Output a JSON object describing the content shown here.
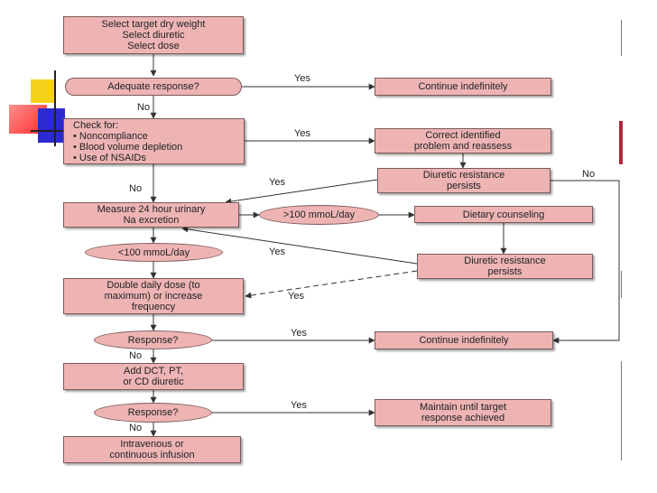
{
  "diagram": {
    "boxes": {
      "start": "Select target dry weight\nSelect diuretic\nSelect dose",
      "continue1": "Continue indefinitely",
      "check": "Check for:\n• Noncompliance\n• Blood volume depletion\n• Use of NSAIDs",
      "correct": "Correct identified\nproblem and reassess",
      "resistance1": "Diuretic resistance\npersists",
      "measure": "Measure 24 hour urinary\nNa excretion",
      "dietary": "Dietary counseling",
      "resistance2": "Diuretic resistance\npersists",
      "double": "Double daily dose (to\nmaximum) or increase\nfrequency",
      "continue2": "Continue indefinitely",
      "add": "Add DCT, PT,\nor CD diuretic",
      "maintain": "Maintain until target\nresponse achieved",
      "iv": "Intravenous or\ncontinuous infusion"
    },
    "ovals": {
      "adequate": "Adequate response?",
      "high_na": ">100 mmoL/day",
      "low_na": "<100 mmoL/day",
      "response2": "Response?",
      "response3": "Response?"
    },
    "labels": {
      "yes1": "Yes",
      "no1": "No",
      "yes2": "Yes",
      "no2": "No",
      "yes3": "Yes",
      "no3": "No",
      "yes4": "Yes",
      "yes5": "Yes",
      "yes6": "Yes",
      "no4": "No",
      "yes7": "Yes",
      "no5": "No"
    }
  }
}
